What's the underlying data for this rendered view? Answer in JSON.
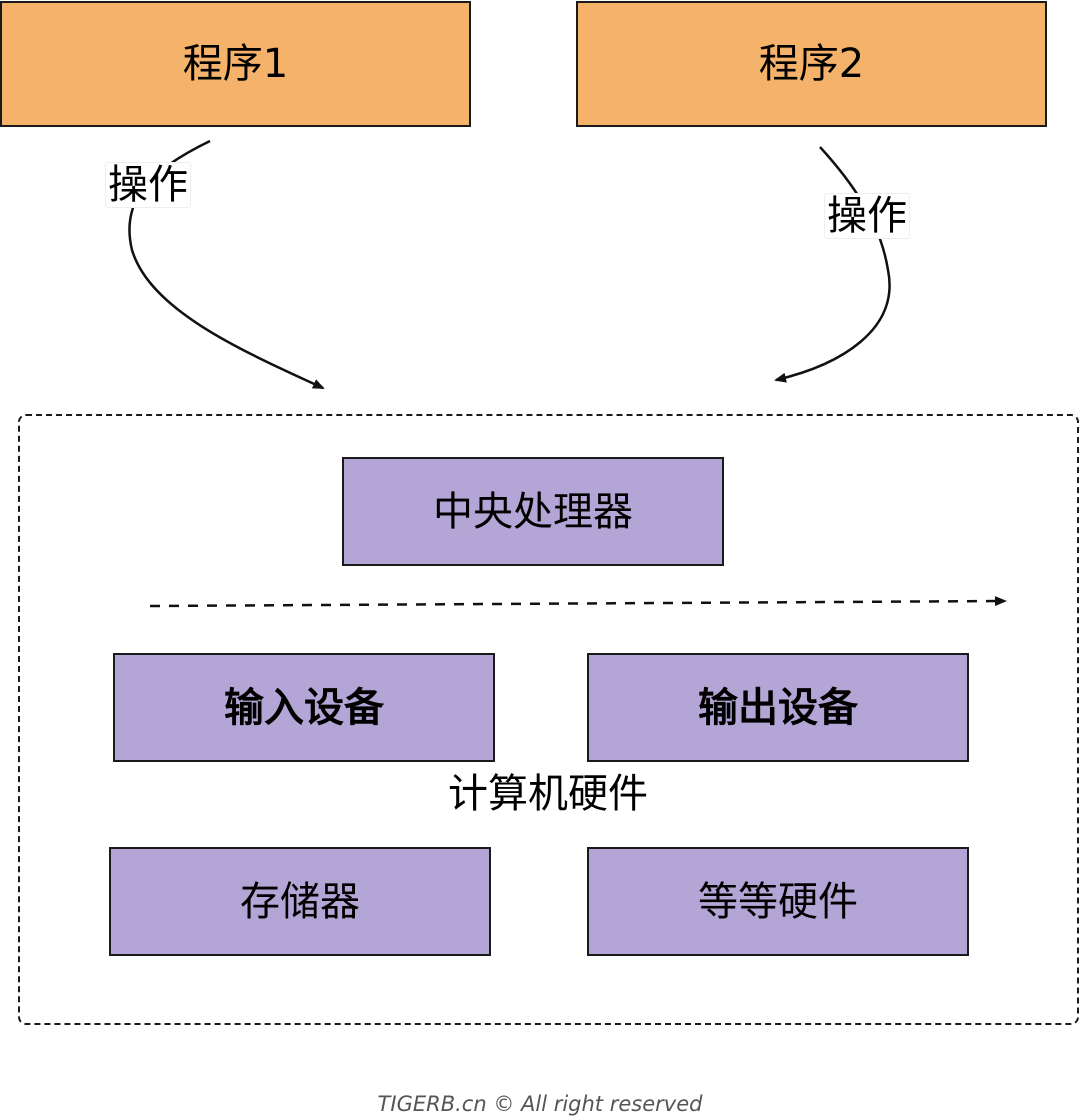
{
  "programs": [
    {
      "label": "程序1"
    },
    {
      "label": "程序2"
    }
  ],
  "operation_labels": [
    "操作",
    "操作"
  ],
  "hardware": {
    "title": "计算机硬件",
    "cpu": "中央处理器",
    "input_device": "输入设备",
    "output_device": "输出设备",
    "storage": "存储器",
    "other": "等等硬件"
  },
  "footer": "TIGERB.cn © All right reserved",
  "colors": {
    "program_fill": "#f5b26b",
    "hardware_fill": "#b3a6d6",
    "stroke": "#1a1a1a"
  }
}
